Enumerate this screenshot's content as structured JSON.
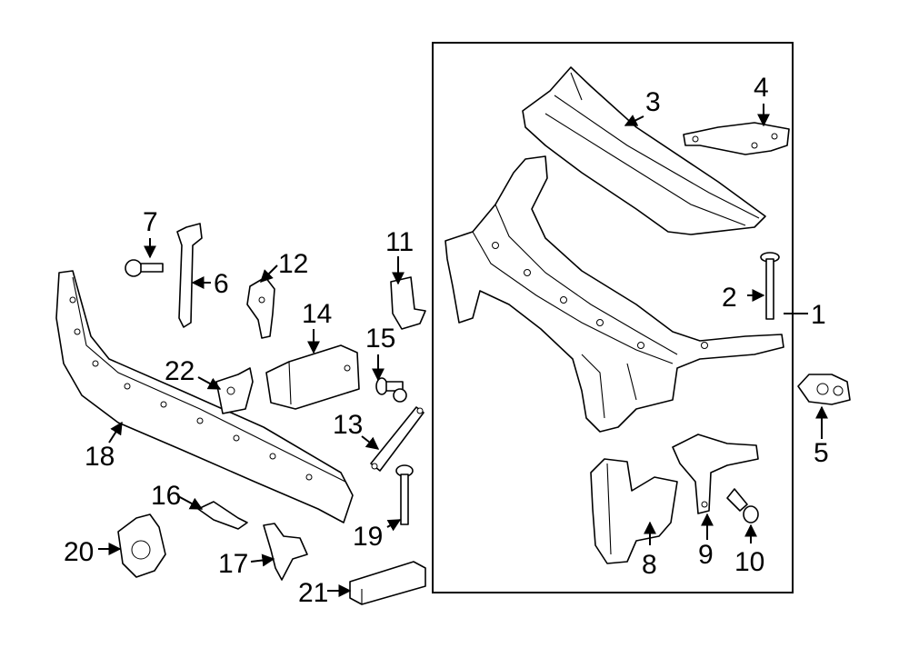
{
  "parts": [
    {
      "id": "p1",
      "number": "1"
    },
    {
      "id": "p2",
      "number": "2"
    },
    {
      "id": "p3",
      "number": "3"
    },
    {
      "id": "p4",
      "number": "4"
    },
    {
      "id": "p5",
      "number": "5"
    },
    {
      "id": "p6",
      "number": "6"
    },
    {
      "id": "p7",
      "number": "7"
    },
    {
      "id": "p8",
      "number": "8"
    },
    {
      "id": "p9",
      "number": "9"
    },
    {
      "id": "p10",
      "number": "10"
    },
    {
      "id": "p11",
      "number": "11"
    },
    {
      "id": "p12",
      "number": "12"
    },
    {
      "id": "p13",
      "number": "13"
    },
    {
      "id": "p14",
      "number": "14"
    },
    {
      "id": "p15",
      "number": "15"
    },
    {
      "id": "p16",
      "number": "16"
    },
    {
      "id": "p17",
      "number": "17"
    },
    {
      "id": "p18",
      "number": "18"
    },
    {
      "id": "p19",
      "number": "19"
    },
    {
      "id": "p20",
      "number": "20"
    },
    {
      "id": "p21",
      "number": "21"
    },
    {
      "id": "p22",
      "number": "22"
    }
  ]
}
